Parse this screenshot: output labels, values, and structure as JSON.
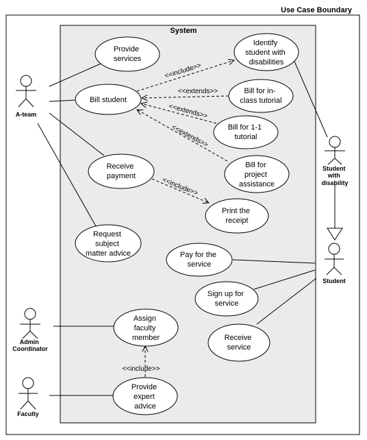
{
  "diagram": {
    "boundary_label": "Use Case Boundary",
    "system_label": "System",
    "actors": {
      "ateam": "A-team",
      "student_disability": [
        "Student",
        "with",
        "disability"
      ],
      "student": "Student",
      "admin": [
        "Admin",
        "Coordinator"
      ],
      "faculty": "Faculty"
    },
    "use_cases": {
      "provide_services": [
        "Provide",
        "services"
      ],
      "identify_student": [
        "Identify",
        "student with",
        "disabilities"
      ],
      "bill_student": [
        "Bill student"
      ],
      "bill_inclass": [
        "Bill for in-",
        "class tutorial"
      ],
      "bill_11": [
        "Bill for 1-1",
        "tutorial"
      ],
      "bill_project": [
        "Bill for",
        "project",
        "assistance"
      ],
      "receive_payment": [
        "Receive",
        "payment"
      ],
      "print_receipt": [
        "Print the",
        "receipt"
      ],
      "request_advice": [
        "Request",
        "subject",
        "matter advice"
      ],
      "pay_service": [
        "Pay for the",
        "service"
      ],
      "sign_up": [
        "Sign up for",
        "service"
      ],
      "receive_service": [
        "Receive",
        "service"
      ],
      "assign_faculty": [
        "Assign",
        "faculty",
        "member"
      ],
      "provide_expert": [
        "Provide",
        "expert",
        "advice"
      ]
    },
    "relation_labels": {
      "include_identify": "<<include>>",
      "extends_inclass": "<<extends>>",
      "extends_11": "<<extends>>",
      "extends_project": "<<extends>>",
      "include_receipt": "<<include>>",
      "include_assign": "<<include>>"
    }
  }
}
